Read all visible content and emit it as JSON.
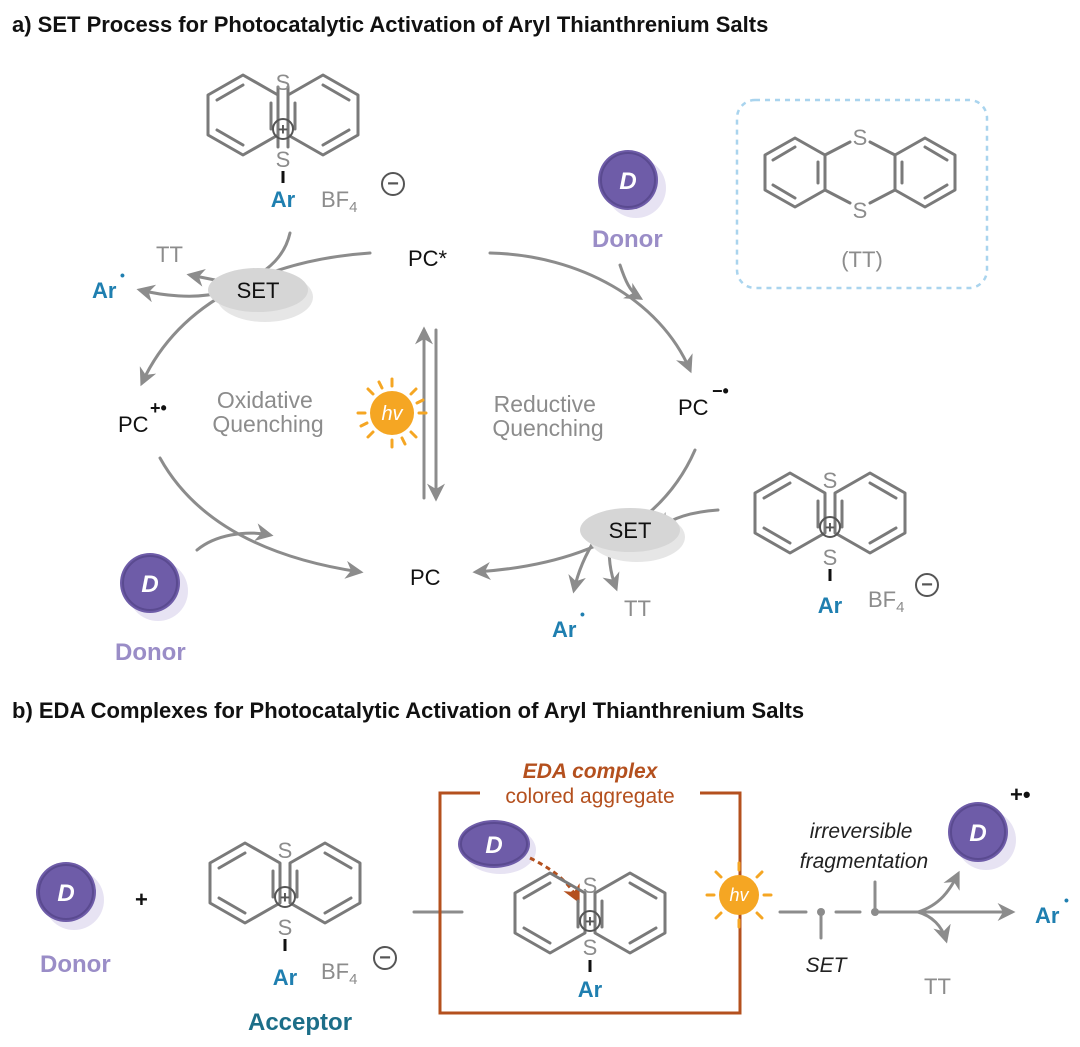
{
  "panel_a": {
    "title": "a) SET Process for Photocatalytic Activation of Aryl Thianthrenium Salts",
    "nodes": {
      "pc_star": "PC*",
      "pc_ox": "PC",
      "pc_ox_sup": "+•",
      "pc_red": "PC",
      "pc_red_sup": "−•",
      "pc": "PC"
    },
    "set_label": "SET",
    "oxidative": [
      "Oxidative",
      "Quenching"
    ],
    "reductive": [
      "Reductive",
      "Quenching"
    ],
    "hv": "hv",
    "donor_letter": "D",
    "donor_label": "Donor",
    "tt": "TT",
    "tt_box": "(TT)",
    "ar": "Ar",
    "radical_dot": "•",
    "s": "S",
    "plus": "+",
    "bf": "BF",
    "four": "4",
    "minus": "−"
  },
  "panel_b": {
    "title": "b) EDA Complexes for Photocatalytic Activation of Aryl Thianthrenium Salts",
    "plus_sign": "+",
    "donor_letter": "D",
    "donor_label": "Donor",
    "acceptor_label": "Acceptor",
    "eda_title": "EDA complex",
    "eda_sub": "colored aggregate",
    "hv": "hv",
    "set_label": "SET",
    "irreversible": [
      "irreversible",
      "fragmentation"
    ],
    "donor_cation_sup": "+•",
    "tt": "TT",
    "ar": "Ar",
    "radical_dot": "•"
  },
  "colors": {
    "donor_fill": "#6e5ca8",
    "donor_halo": "#e7e3f3",
    "ar_blue": "#1f7fb0",
    "eda_orange": "#b4501e",
    "sun": "#f5a623",
    "dashed_box": "#a9d4ee"
  }
}
